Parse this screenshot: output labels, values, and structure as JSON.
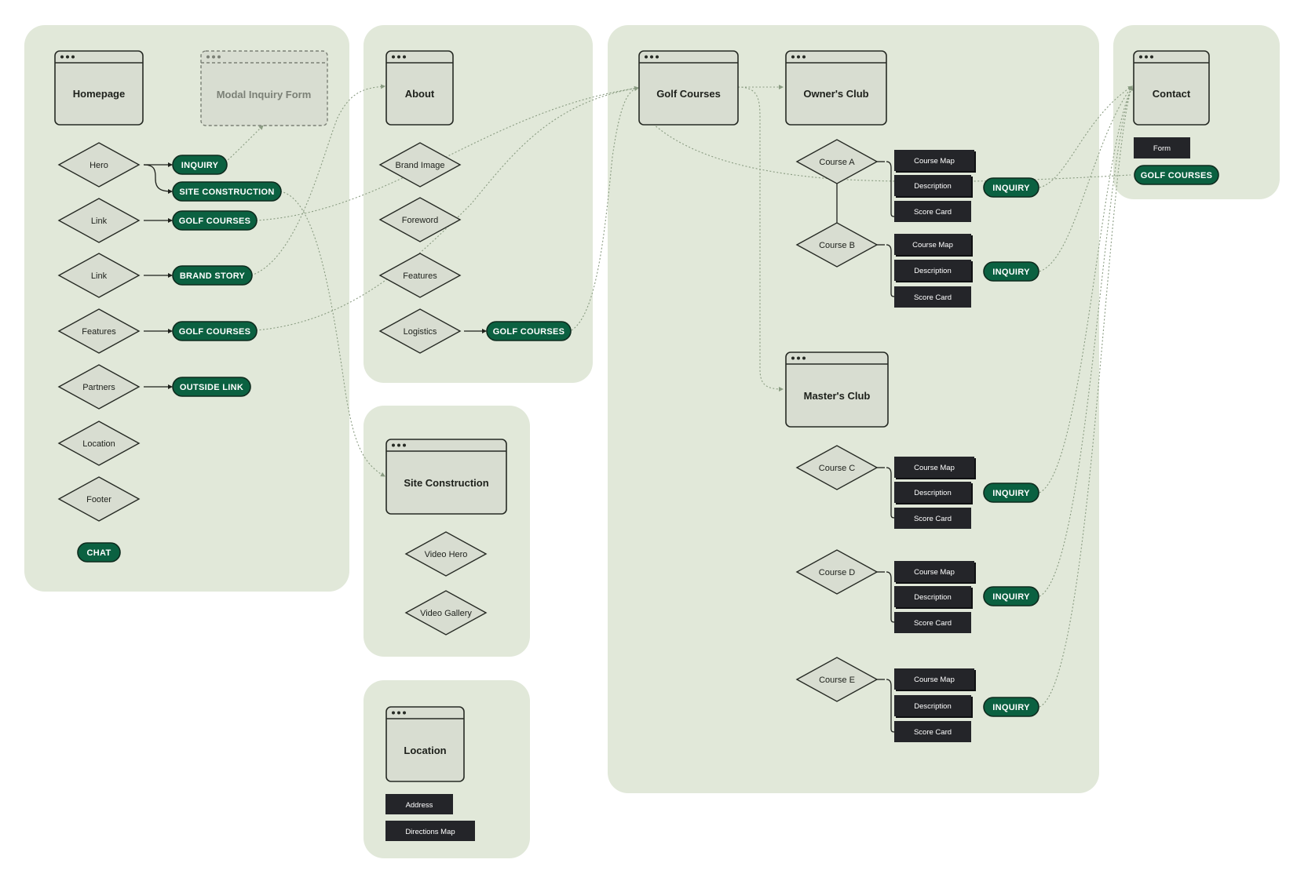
{
  "pages": {
    "homepage": "Homepage",
    "modal_inquiry_form": "Modal Inquiry Form",
    "about": "About",
    "site_construction": "Site Construction",
    "location": "Location",
    "golf_courses": "Golf Courses",
    "owners_club": "Owner's Club",
    "masters_club": "Master's Club",
    "contact": "Contact"
  },
  "homepage": {
    "sections": [
      "Hero",
      "Link",
      "Link",
      "Features",
      "Partners",
      "Location",
      "Footer"
    ],
    "links": {
      "inquiry": "INQUIRY",
      "site_construction": "SITE CONSTRUCTION",
      "golf_courses_1": "GOLF COURSES",
      "brand_story": "BRAND STORY",
      "golf_courses_2": "GOLF COURSES",
      "outside_link": "OUTSIDE LINK",
      "chat": "CHAT"
    }
  },
  "about": {
    "sections": [
      "Brand Image",
      "Foreword",
      "Features",
      "Logistics"
    ],
    "links": {
      "golf_courses": "GOLF COURSES"
    }
  },
  "site_construction": {
    "sections": [
      "Video Hero",
      "Video Gallery"
    ]
  },
  "location": {
    "items": [
      "Address",
      "Directions Map"
    ]
  },
  "golf_courses": {
    "courses": [
      {
        "name": "Course A",
        "items": [
          "Course Map",
          "Description",
          "Score Card"
        ],
        "link": "INQUIRY"
      },
      {
        "name": "Course B",
        "items": [
          "Course Map",
          "Description",
          "Score Card"
        ],
        "link": "INQUIRY"
      },
      {
        "name": "Course C",
        "items": [
          "Course Map",
          "Description",
          "Score Card"
        ],
        "link": "INQUIRY"
      },
      {
        "name": "Course D",
        "items": [
          "Course Map",
          "Description",
          "Score Card"
        ],
        "link": "INQUIRY"
      },
      {
        "name": "Course E",
        "items": [
          "Course Map",
          "Description",
          "Score Card"
        ],
        "link": "INQUIRY"
      }
    ]
  },
  "contact": {
    "items": [
      "Form"
    ],
    "links": {
      "golf_courses": "GOLF COURSES"
    }
  },
  "colors": {
    "panel_background": "#e1e8d9",
    "node_fill": "#d8ddd1",
    "link_pill": "#0b6141",
    "content_box": "#242529",
    "dotted_connector": "#8a9c82"
  }
}
